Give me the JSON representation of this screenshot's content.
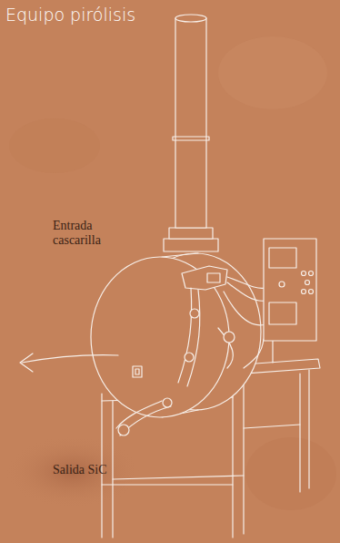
{
  "diagram": {
    "title": "Equipo pirólisis",
    "labels": [
      "Entrada cascarilla",
      "Salida SiC"
    ]
  }
}
